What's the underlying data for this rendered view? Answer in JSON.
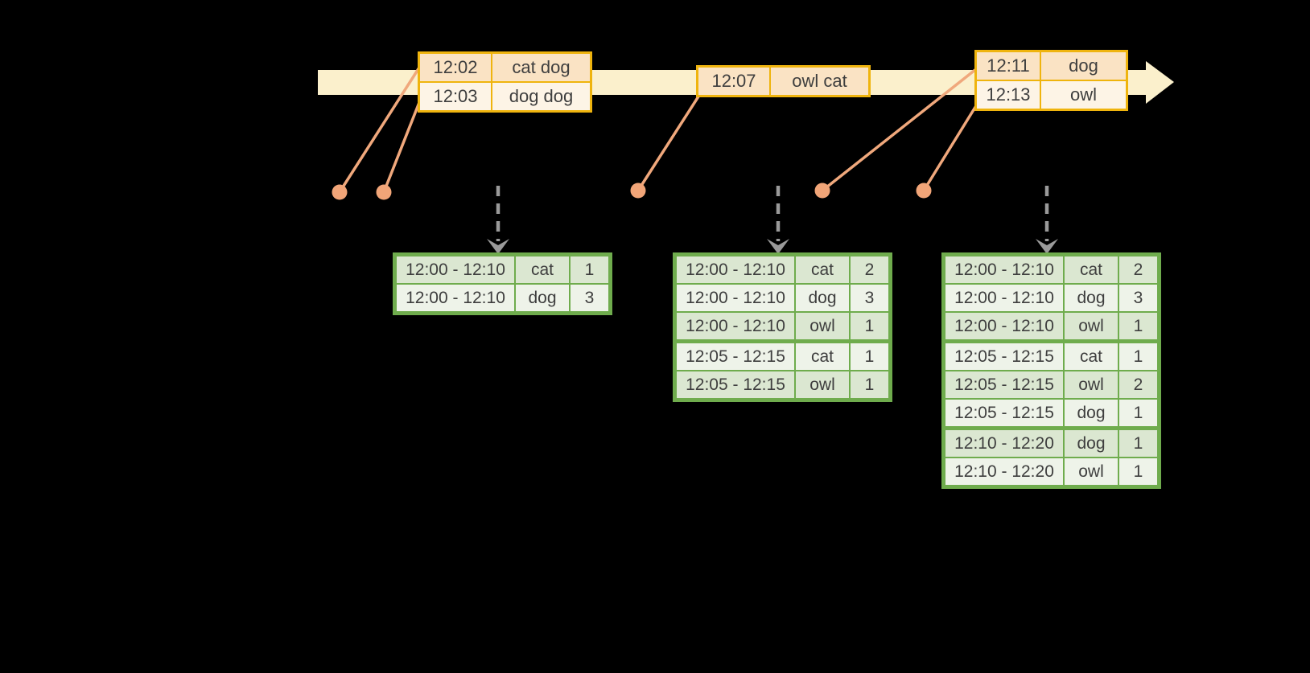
{
  "colors": {
    "background": "#000000",
    "timeline_band": "#FBF0CC",
    "event_table_border": "#EFB40E",
    "event_row_peach": "#FAE3C4",
    "event_row_cream": "#FDF4E6",
    "connector_salmon": "#F0A87C",
    "trigger_arrow_gray": "#9A9A9A",
    "result_table_border": "#6FAC4D",
    "result_row_dark": "#DBE7D1",
    "result_row_light": "#EEF3E9",
    "text": "#3E3E3E"
  },
  "icons": {
    "timeline_arrowhead": "right-arrow",
    "event_marker": "dot",
    "trigger": "dashed-down-arrow"
  },
  "timeline": {
    "event_tables": [
      {
        "rows": [
          [
            "12:02",
            "cat dog"
          ],
          [
            "12:03",
            "dog dog"
          ]
        ]
      },
      {
        "rows": [
          [
            "12:07",
            "owl cat"
          ]
        ]
      },
      {
        "rows": [
          [
            "12:11",
            "dog"
          ],
          [
            "12:13",
            "owl"
          ]
        ]
      }
    ]
  },
  "result_tables": [
    {
      "rows": [
        [
          "12:00 - 12:10",
          "cat",
          "1"
        ],
        [
          "12:00 - 12:10",
          "dog",
          "3"
        ]
      ]
    },
    {
      "rows": [
        [
          "12:00 - 12:10",
          "cat",
          "2"
        ],
        [
          "12:00 - 12:10",
          "dog",
          "3"
        ],
        [
          "12:00 - 12:10",
          "owl",
          "1"
        ],
        [
          "12:05 - 12:15",
          "cat",
          "1"
        ],
        [
          "12:05 - 12:15",
          "owl",
          "1"
        ]
      ]
    },
    {
      "rows": [
        [
          "12:00 - 12:10",
          "cat",
          "2"
        ],
        [
          "12:00 - 12:10",
          "dog",
          "3"
        ],
        [
          "12:00 - 12:10",
          "owl",
          "1"
        ],
        [
          "12:05 - 12:15",
          "cat",
          "1"
        ],
        [
          "12:05 - 12:15",
          "owl",
          "2"
        ],
        [
          "12:05 - 12:15",
          "dog",
          "1"
        ],
        [
          "12:10 - 12:20",
          "dog",
          "1"
        ],
        [
          "12:10 - 12:20",
          "owl",
          "1"
        ]
      ]
    }
  ]
}
